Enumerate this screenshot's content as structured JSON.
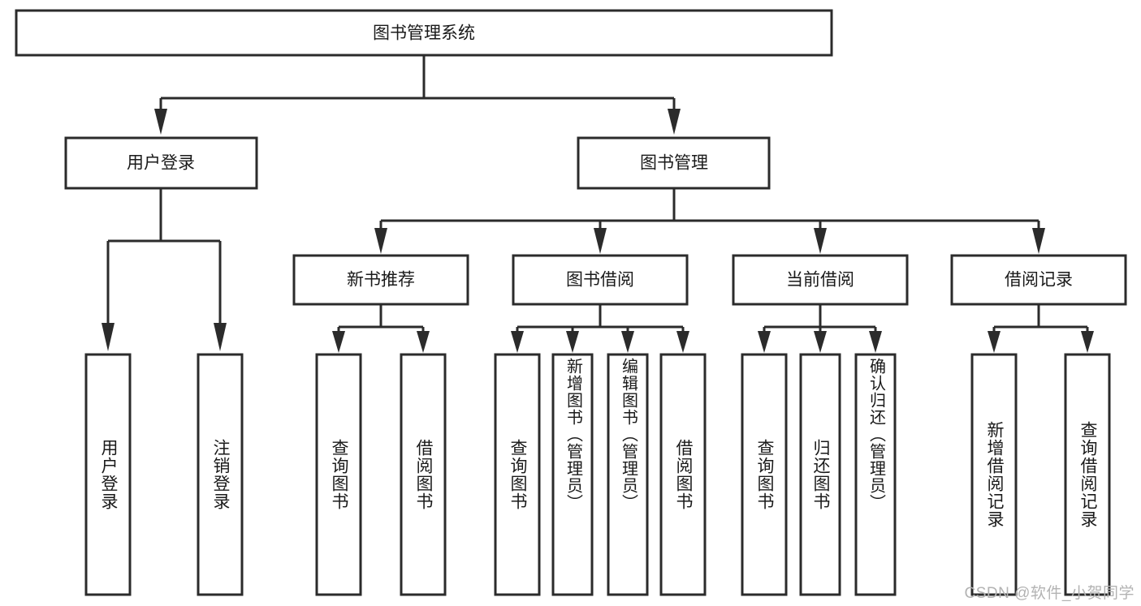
{
  "diagram": {
    "title": "图书管理系统",
    "type": "tree-hierarchy",
    "orientation": "top-down",
    "colors": {
      "box_stroke": "#2b2b2b",
      "box_fill": "#ffffff",
      "text": "#1a1a1a",
      "connector": "#2b2b2b",
      "watermark": "#b3b3b3",
      "background": "#ffffff"
    },
    "root": {
      "label": "图书管理系统"
    },
    "level2": [
      {
        "label": "用户登录"
      },
      {
        "label": "图书管理"
      }
    ],
    "level3": [
      {
        "label": "新书推荐"
      },
      {
        "label": "图书借阅"
      },
      {
        "label": "当前借阅"
      },
      {
        "label": "借阅记录"
      }
    ],
    "leaves": {
      "user_login": [
        {
          "label": "用户登录"
        },
        {
          "label": "注销登录"
        }
      ],
      "new_book_recommend": [
        {
          "label": "查询图书"
        },
        {
          "label": "借阅图书"
        }
      ],
      "book_borrow": [
        {
          "label": "查询图书"
        },
        {
          "label": "新增图书（管理员）"
        },
        {
          "label": "编辑图书（管理员）"
        },
        {
          "label": "借阅图书"
        }
      ],
      "current_borrow": [
        {
          "label": "查询图书"
        },
        {
          "label": "归还图书"
        },
        {
          "label": "确认归还（管理员）"
        }
      ],
      "borrow_record": [
        {
          "label": "新增借阅记录"
        },
        {
          "label": "查询借阅记录"
        }
      ]
    }
  },
  "watermark": {
    "text": "CSDN @软件_小贺同学"
  }
}
